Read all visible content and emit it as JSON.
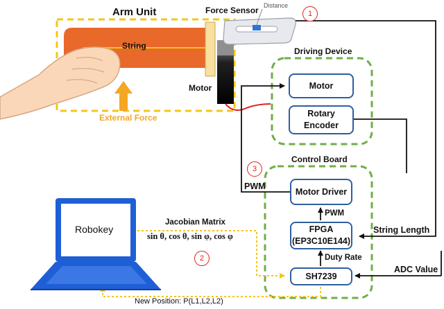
{
  "arm_unit": {
    "title": "Arm Unit",
    "string_label": "String",
    "motor_label": "Motor",
    "external_force_label": "External Force"
  },
  "force_sensor": {
    "title": "Force Sensor",
    "distance_label": "Distance"
  },
  "driving_device": {
    "title": "Driving Device",
    "motor": "Motor",
    "rotary_encoder_line1": "Rotary",
    "rotary_encoder_line2": "Encoder"
  },
  "control_board": {
    "title": "Control Board",
    "motor_driver": "Motor Driver",
    "fpga_line1": "FPGA",
    "fpga_line2": "(EP3C10E144)",
    "sh7239": "SH7239",
    "pwm_inner": "PWM",
    "duty_rate": "Duty Rate"
  },
  "signals": {
    "pwm": "PWM",
    "string_length": "String Length",
    "adc_value": "ADC Value",
    "jacobian_title": "Jacobian Matrix",
    "jacobian_formula": "sin θ, cos θ, sin φ, cos φ",
    "new_position": "New Position: P(L1,L2,L2)"
  },
  "laptop": {
    "screen_label": "Robokey"
  },
  "markers": {
    "m1": "1",
    "m2": "2",
    "m3": "3"
  },
  "colors": {
    "dashed_yellow": "#f5c518",
    "dashed_green": "#70ad47",
    "box_border": "#2e5e9e",
    "arm_orange": "#e8692a",
    "arrow_orange": "#f5a623",
    "marker_red": "#e02020",
    "laptop_blue": "#1f5fd6"
  }
}
